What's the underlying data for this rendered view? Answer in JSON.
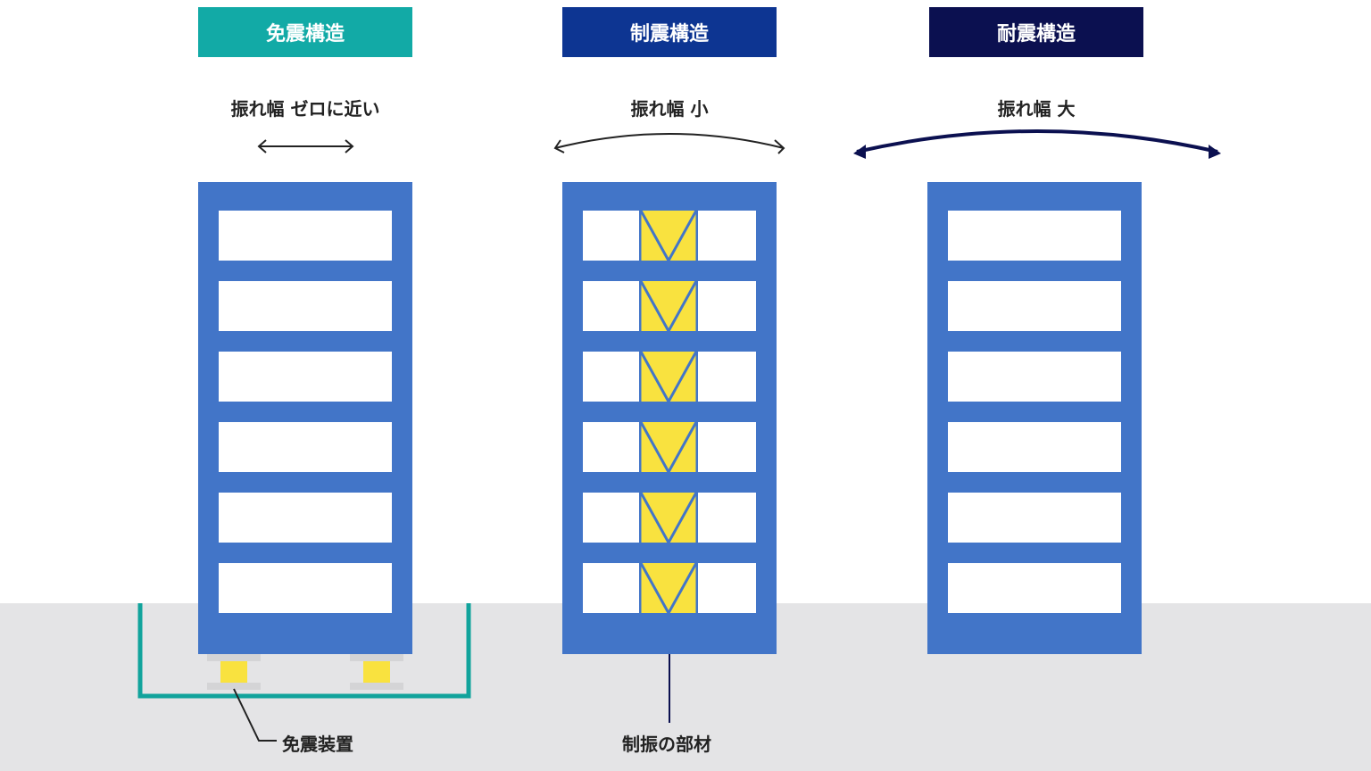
{
  "titles": {
    "isolation": "免震構造",
    "damping": "制震構造",
    "resistant": "耐震構造"
  },
  "sway_labels": {
    "isolation": "振れ幅 ゼロに近い",
    "damping": "振れ幅 小",
    "resistant": "振れ幅 大"
  },
  "callouts": {
    "isolation_device": "免震装置",
    "damping_member": "制振の部材"
  },
  "colors": {
    "isolation_title": "#12aaa6",
    "damping_title": "#0d3592",
    "resistant_title": "#0b1050",
    "building": "#4275c8",
    "damper": "#f9e23f",
    "pit": "#11a39c",
    "ground": "#e4e4e6"
  },
  "floors_per_building": 6
}
